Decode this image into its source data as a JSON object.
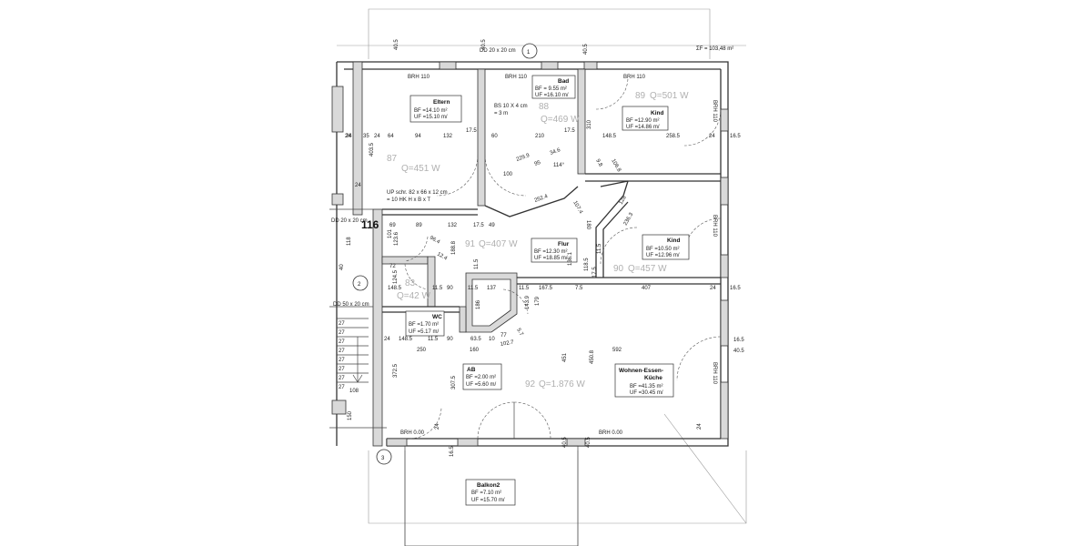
{
  "total_area": "ΣF = 103,48 m²",
  "dd_note": "DD 20 x 20 cm",
  "dd_note2": "DD 20 x 20 cm",
  "dd_note3": "DD 50 x 20 cm",
  "axis_labels": [
    "1",
    "2",
    "3"
  ],
  "level_number": "116",
  "rooms": {
    "eltern": {
      "name": "Eltern",
      "bf": "BF =14.10 m²",
      "uf": "UF =15.10 m/",
      "q_num": "87",
      "q": "Q=451 W"
    },
    "bad": {
      "name": "Bad",
      "bf": "BF = 9.55 m²",
      "uf": "UF =16.10 m/",
      "q_num": "88",
      "q": "Q=469 W"
    },
    "kind1": {
      "name": "Kind",
      "bf": "BF =12.90 m²",
      "uf": "UF =14.86 m/",
      "q_num": "89",
      "q": "Q=501 W"
    },
    "flur": {
      "name": "Flur",
      "bf": "BF =12.30 m²",
      "uf": "UF =18.85 m/",
      "q_num": "91",
      "q": "Q=407 W"
    },
    "kind2": {
      "name": "Kind",
      "bf": "BF =10.50 m²",
      "uf": "UF =12.96 m/",
      "q_num": "90",
      "q": "Q=457 W"
    },
    "small": {
      "q_num": "83",
      "q": "Q=42 W"
    },
    "wc": {
      "name": "WC",
      "bf": "BF =1.70 m²",
      "uf": "UF =5.17 m/"
    },
    "ab": {
      "name": "AB",
      "bf": "BF =2.00 m²",
      "uf": "UF =5.60 m/"
    },
    "wek": {
      "name": "Wohnen-Essen-",
      "name2": "Küche",
      "bf": "BF =41.35 m²",
      "uf": "UF =30.45 m/",
      "q_num": "92",
      "q": "Q=1.876 W"
    },
    "balkon": {
      "name": "Balkon2",
      "bf": "BF =7.10 m²",
      "uf": "UF =15.70 m/"
    }
  },
  "brh_labels": [
    "BRH 110",
    "BRH 110",
    "BRH 110",
    "BRH 110",
    "BRH 110",
    "BRH 110",
    "BRH 0.00",
    "BRH 0.00"
  ],
  "notes": {
    "bs": "BS 10 X 4 cm",
    "bs2": "= 3 m",
    "up": "UP schr. 82 x 66 x 12 cm",
    "up2": "= 10 HK     H x B x T"
  },
  "dimensions": {
    "d1": "40.5",
    "d2": "40.5",
    "d3": "40.5",
    "d4": "24",
    "d5": "35",
    "d6": "24",
    "d7": "64",
    "d8": "94",
    "d9": "132",
    "d10": "17.5",
    "d11": "60",
    "d12": "210",
    "d13": "17.5",
    "d14": "310",
    "d15": "148.5",
    "d16": "258.5",
    "d17": "24",
    "d18": "16.5",
    "d19": "403.5",
    "d20": "229.9",
    "d21": "95",
    "d22": "34.6",
    "d23": "100",
    "d24": "114°",
    "d25": "9.8",
    "d26": "106.8",
    "d27": "252.4",
    "d28": "107.4",
    "d29": "128",
    "d30": "236.3",
    "d31": "180",
    "d32": "69",
    "d33": "89",
    "d34": "132",
    "d35": "17.5",
    "d36": "49",
    "d37": "118",
    "d38": "101",
    "d39": "123.6",
    "d40": "96.4",
    "d41": "12.4",
    "d42": "188.8",
    "d43": "11.5",
    "d44": "136.1",
    "d45": "118.5",
    "d46": "17.5",
    "d47": "11.5",
    "d48": "72",
    "d49": "124.5",
    "d50": "148.5",
    "d51": "11.5",
    "d52": "90",
    "d53": "11.5",
    "d54": "137",
    "d55": "11.5",
    "d56": "167.5",
    "d57": "7.5",
    "d58": "407",
    "d59": "24",
    "d60": "16.5",
    "d61": "186",
    "d62": "143.9",
    "d63": "179",
    "d64": "24",
    "d65": "148.5",
    "d66": "11.5",
    "d67": "90",
    "d68": "63.5",
    "d69": "10",
    "d70": "77",
    "d71": "5.7",
    "d72": "102.7",
    "d73": "250",
    "d74": "160",
    "d75": "592",
    "d76": "451",
    "d77": "450.8",
    "d78": "16.5",
    "d79": "40.5",
    "d80": "372.5",
    "d81": "307.5",
    "d82": "24",
    "d83": "24",
    "d84": "16.5",
    "d85": "40.5",
    "d86": "40.5",
    "d87": "108",
    "d88": "150",
    "d89": "24",
    "d90": "40",
    "d91": "24"
  },
  "stair_steps": [
    "27",
    "27",
    "27",
    "27",
    "27",
    "27",
    "27",
    "27"
  ]
}
